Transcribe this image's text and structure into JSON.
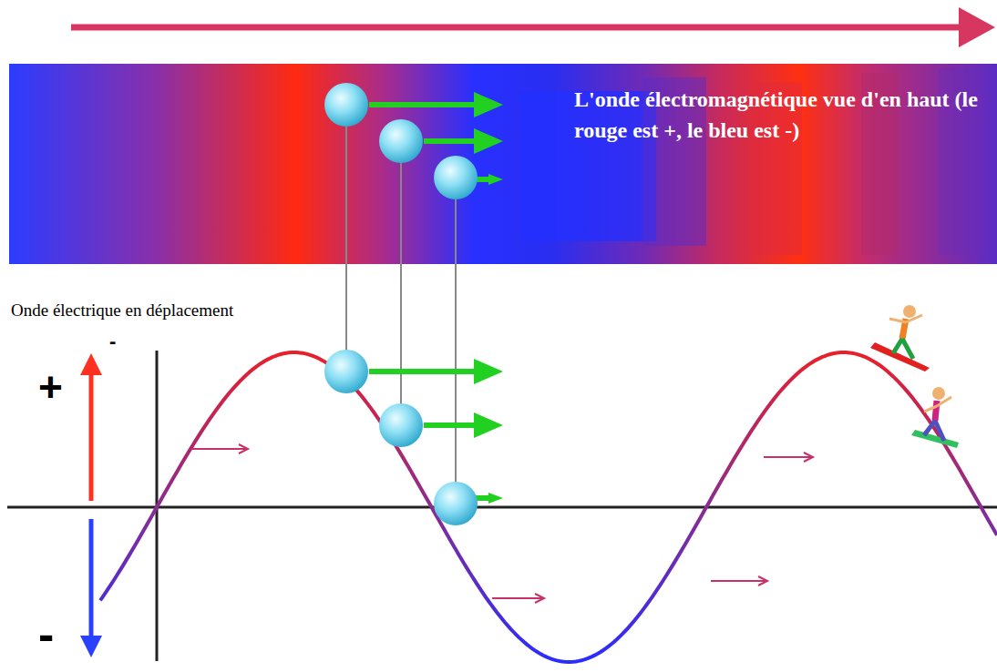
{
  "diagram": {
    "nodes": [
      {
        "text": [
          "L'onde électromagnétique vue d'en haut (le rouge est +, le bleu est -)"
        ]
      }
    ],
    "labels": [
      "Onde électrique en déplacement",
      "-",
      "+",
      "-"
    ]
  }
}
